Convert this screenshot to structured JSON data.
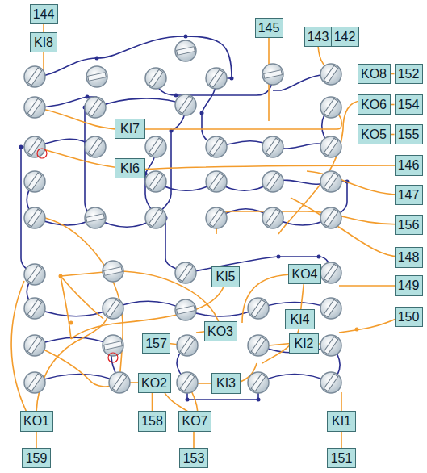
{
  "diagram": {
    "nodes": [
      {
        "text": [
          "144"
        ]
      },
      {
        "text": [
          "145"
        ]
      },
      {
        "text": [
          "143"
        ]
      },
      {
        "text": [
          "142"
        ]
      },
      {
        "text": [
          "KI8"
        ]
      },
      {
        "text": [
          "KO8"
        ]
      },
      {
        "text": [
          "152"
        ]
      },
      {
        "text": [
          "KO6"
        ]
      },
      {
        "text": [
          "154"
        ]
      },
      {
        "text": [
          "KI7"
        ]
      },
      {
        "text": [
          "KO5"
        ]
      },
      {
        "text": [
          "155"
        ]
      },
      {
        "text": [
          "146"
        ]
      },
      {
        "text": [
          "KI6"
        ]
      },
      {
        "text": [
          "147"
        ]
      },
      {
        "text": [
          "156"
        ]
      },
      {
        "text": [
          "148"
        ]
      },
      {
        "text": [
          "KO4"
        ]
      },
      {
        "text": [
          "KI5"
        ]
      },
      {
        "text": [
          "149"
        ]
      },
      {
        "text": [
          "150"
        ]
      },
      {
        "text": [
          "KI4"
        ]
      },
      {
        "text": [
          "KO3"
        ]
      },
      {
        "text": [
          "157"
        ]
      },
      {
        "text": [
          "KI2"
        ]
      },
      {
        "text": [
          "KO2"
        ]
      },
      {
        "text": [
          "KI3"
        ]
      },
      {
        "text": [
          "KO1"
        ]
      },
      {
        "text": [
          "158"
        ]
      },
      {
        "text": [
          "KO7"
        ]
      },
      {
        "text": [
          "KI1"
        ]
      },
      {
        "text": [
          "159"
        ]
      },
      {
        "text": [
          "153"
        ]
      },
      {
        "text": [
          "151"
        ]
      }
    ],
    "edges": [
      {
        "from": 0,
        "to": 4,
        "arrow": "none"
      },
      {
        "from": 5,
        "to": 6,
        "arrow": "none"
      },
      {
        "from": 7,
        "to": 8,
        "arrow": "none"
      },
      {
        "from": 10,
        "to": 11,
        "arrow": "none"
      },
      {
        "from": 27,
        "to": 31,
        "arrow": "none"
      },
      {
        "from": 25,
        "to": 28,
        "arrow": "none"
      },
      {
        "from": 29,
        "to": 32,
        "arrow": "none"
      },
      {
        "from": 30,
        "to": 33,
        "arrow": "none"
      }
    ]
  }
}
